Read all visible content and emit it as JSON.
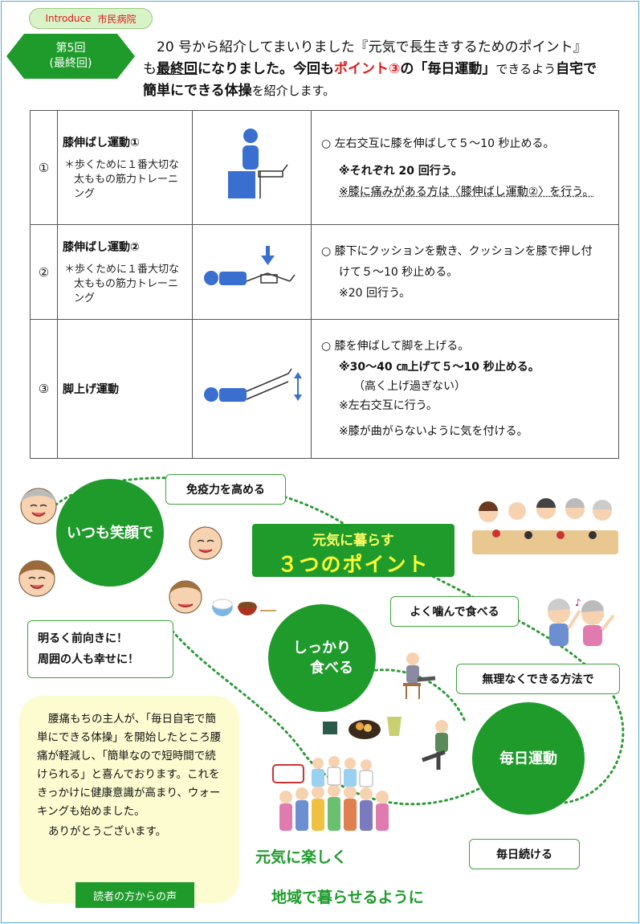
{
  "header": {
    "badge_en": "Introduce",
    "badge_jp": "市民病院",
    "issue_line1": "第5回",
    "issue_line2": "(最終回)",
    "intro": {
      "p1": "20 号から紹介してまいりました『元気で長生きするためのポイント』",
      "p2a": "も",
      "p2b": "最終回",
      "p2c": "になりました。今回も",
      "p2d": "ポイント③",
      "p2e": "の「毎日運動」",
      "p2f": "できるよう",
      "p2g": "自宅で",
      "p3a": "簡単にできる体操",
      "p3b": "を紹介します。"
    }
  },
  "table": {
    "rows": [
      {
        "num": "①",
        "title": "膝伸ばし運動①",
        "note": "＊歩くために１番大切な太ももの筋力トレーニング",
        "desc": [
          "○ 左右交互に膝を伸ばして５～10 秒止める。",
          "※それぞれ 20 回行う。",
          "※膝に痛みがある方は〈膝伸ばし運動②〉を行う。"
        ]
      },
      {
        "num": "②",
        "title": "膝伸ばし運動②",
        "note": "＊歩くために１番大切な太ももの筋力トレーニング",
        "desc": [
          "○ 膝下にクッションを敷き、クッションを膝で押し付",
          "けて５～10 秒止める。",
          "※20 回行う。"
        ]
      },
      {
        "num": "③",
        "title": "脚上げ運動",
        "note": "",
        "desc": [
          "○ 膝を伸ばして脚を上げる。",
          "※30～40 ㎝上げて５～10 秒止める。",
          "（高く上げ過ぎない）",
          "※左右交互に行う。",
          "※膝が曲がらないように気を付ける。"
        ]
      }
    ]
  },
  "points": {
    "title_line1": "元気に暮らす",
    "title_line2": "３つのポイント",
    "circle1": "いつも笑顔で",
    "circle2_line1": "しっかり",
    "circle2_line2": "食べる",
    "circle3": "毎日運動",
    "box_immunity": "免疫力を高める",
    "box_bright_line1": "明るく前向きに！",
    "box_bright_line2": "周囲の人も幸せに！",
    "box_chew": "よく噛んで食べる",
    "box_easy": "無理なくできる方法で",
    "box_continue": "毎日続ける",
    "genki": "元気に楽しく",
    "community": "地域で暮らせるように"
  },
  "voice": {
    "body": "腰痛もちの主人が、「毎日自宅で簡単にできる体操」を開始したところ腰痛が軽減し、「簡単なので短時間で続けられる」と喜んでおります。これをきっかけに健康意識が高まり、ウォーキングも始めました。",
    "thanks": "ありがとうございます。",
    "label": "読者の方からの声"
  },
  "colors": {
    "green": "#1f9b2c",
    "red": "#e01919",
    "figure_blue": "#3a6fd0",
    "frame": "#5ba7c9"
  }
}
